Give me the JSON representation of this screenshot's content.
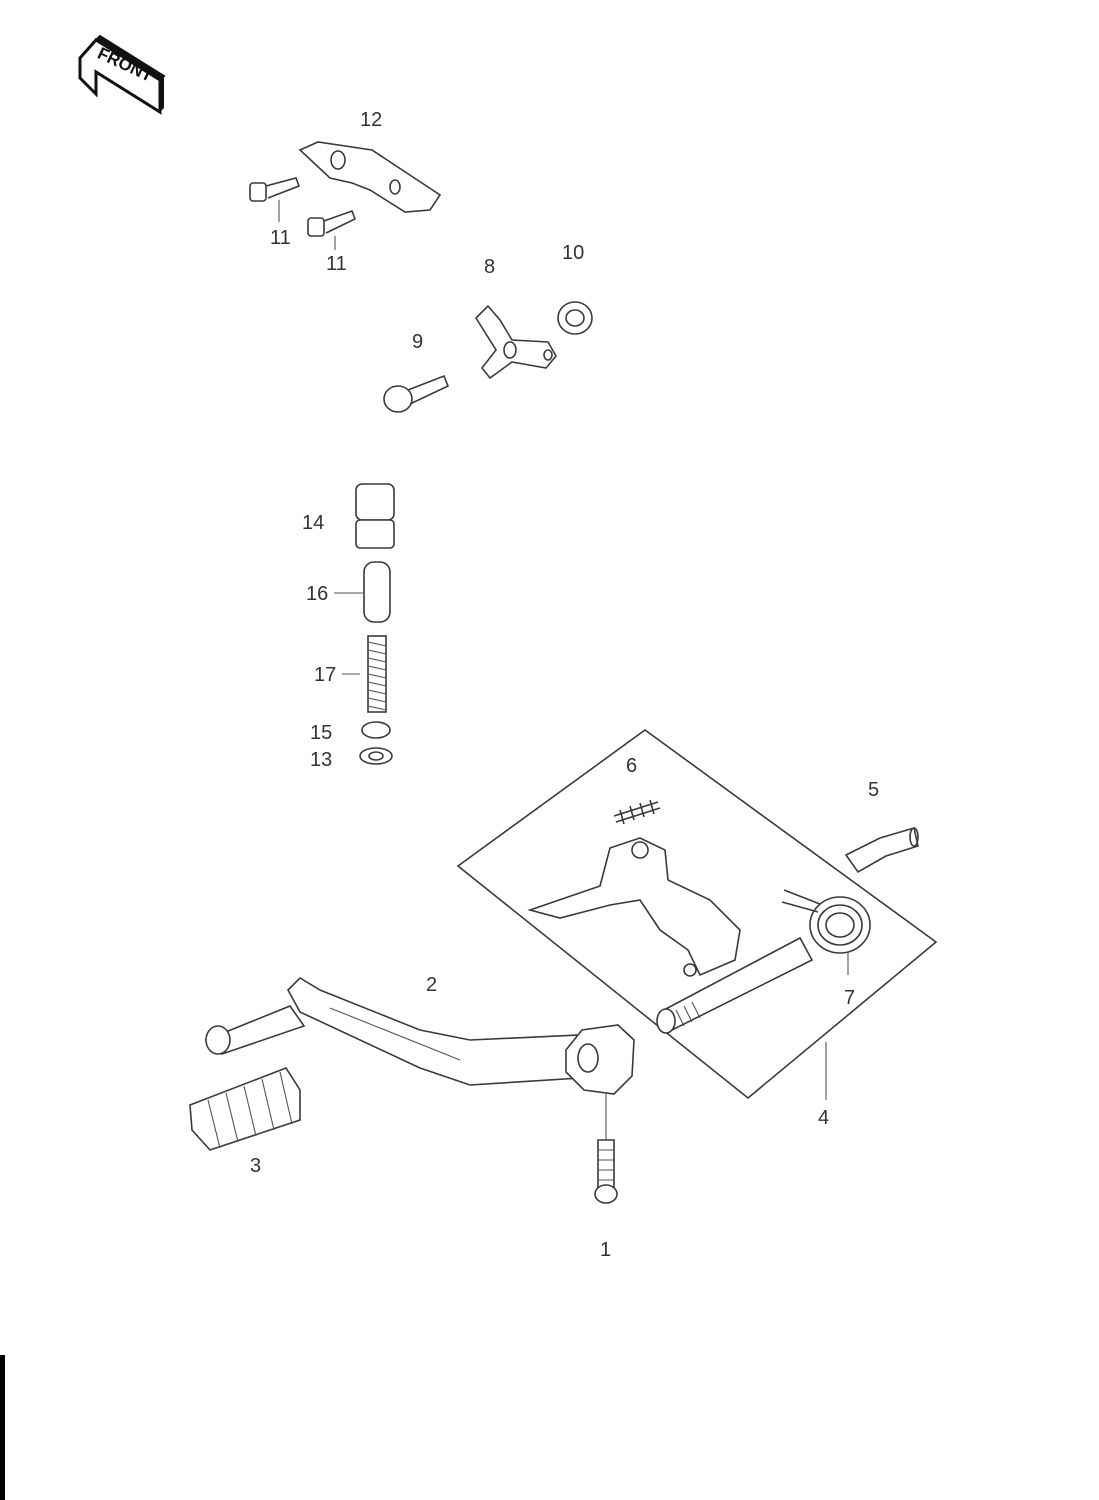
{
  "front_badge": {
    "label": "FRONT"
  },
  "callouts": [
    {
      "id": "c1",
      "label": "1"
    },
    {
      "id": "c2",
      "label": "2"
    },
    {
      "id": "c3",
      "label": "3"
    },
    {
      "id": "c4",
      "label": "4"
    },
    {
      "id": "c5",
      "label": "5"
    },
    {
      "id": "c6",
      "label": "6"
    },
    {
      "id": "c7",
      "label": "7"
    },
    {
      "id": "c8",
      "label": "8"
    },
    {
      "id": "c9",
      "label": "9"
    },
    {
      "id": "c10",
      "label": "10"
    },
    {
      "id": "c11a",
      "label": "11"
    },
    {
      "id": "c11b",
      "label": "11"
    },
    {
      "id": "c12",
      "label": "12"
    },
    {
      "id": "c13",
      "label": "13"
    },
    {
      "id": "c14",
      "label": "14"
    },
    {
      "id": "c15",
      "label": "15"
    },
    {
      "id": "c16",
      "label": "16"
    },
    {
      "id": "c17",
      "label": "17"
    }
  ]
}
